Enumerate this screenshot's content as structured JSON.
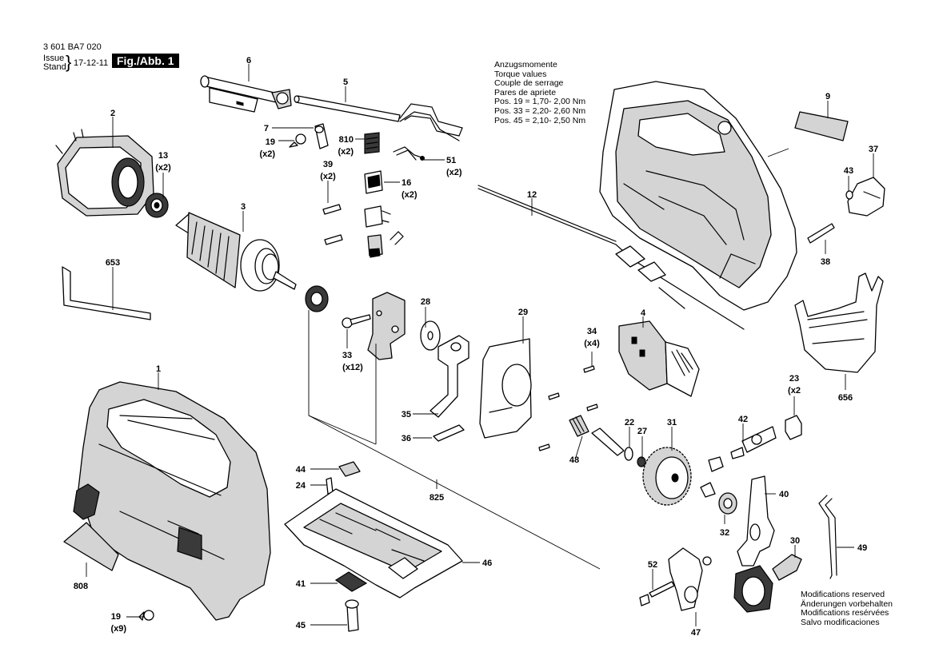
{
  "header": {
    "part_number": "3 601 BA7 020",
    "issue_label": "Issue",
    "stand_label": "Stand",
    "date": "17-12-11",
    "figure_tag": "Fig./Abb. 1"
  },
  "torque": {
    "lines": [
      "Anzugsmomente",
      "Torque values",
      "Couple de serrage",
      "Pares de apriete",
      "Pos. 19 = 1,70- 2,00 Nm",
      "Pos. 33 = 2,20- 2,60 Nm",
      "Pos. 45 = 2,10- 2,50 Nm"
    ]
  },
  "modifications": {
    "lines": [
      "Modifications reserved",
      "Änderungen vorbehalten",
      "Modifications resérvées",
      "Salvo modificaciones"
    ]
  },
  "labels": [
    {
      "id": "6",
      "text": "6"
    },
    {
      "id": "5",
      "text": "5"
    },
    {
      "id": "2",
      "text": "2"
    },
    {
      "id": "13",
      "text": "13"
    },
    {
      "id": "13q",
      "text": "(x2)"
    },
    {
      "id": "7",
      "text": "7"
    },
    {
      "id": "19a",
      "text": "19"
    },
    {
      "id": "19aq",
      "text": "(x2)"
    },
    {
      "id": "810",
      "text": "810"
    },
    {
      "id": "810q",
      "text": "(x2)"
    },
    {
      "id": "51",
      "text": "51"
    },
    {
      "id": "51q",
      "text": "(x2)"
    },
    {
      "id": "39",
      "text": "39"
    },
    {
      "id": "39q",
      "text": "(x2)"
    },
    {
      "id": "16",
      "text": "16"
    },
    {
      "id": "16q",
      "text": "(x2)"
    },
    {
      "id": "3",
      "text": "3"
    },
    {
      "id": "12",
      "text": "12"
    },
    {
      "id": "9",
      "text": "9"
    },
    {
      "id": "37",
      "text": "37"
    },
    {
      "id": "43",
      "text": "43"
    },
    {
      "id": "38",
      "text": "38"
    },
    {
      "id": "653",
      "text": "653"
    },
    {
      "id": "4",
      "text": "4"
    },
    {
      "id": "28",
      "text": "28"
    },
    {
      "id": "29",
      "text": "29"
    },
    {
      "id": "33",
      "text": "33"
    },
    {
      "id": "33q",
      "text": "(x12)"
    },
    {
      "id": "34",
      "text": "34"
    },
    {
      "id": "34q",
      "text": "(x4)"
    },
    {
      "id": "656",
      "text": "656"
    },
    {
      "id": "1",
      "text": "1"
    },
    {
      "id": "35",
      "text": "35"
    },
    {
      "id": "36",
      "text": "36"
    },
    {
      "id": "22",
      "text": "22"
    },
    {
      "id": "27",
      "text": "27"
    },
    {
      "id": "31",
      "text": "31"
    },
    {
      "id": "48",
      "text": "48"
    },
    {
      "id": "23",
      "text": "23"
    },
    {
      "id": "23q",
      "text": "(x2"
    },
    {
      "id": "42",
      "text": "42"
    },
    {
      "id": "44",
      "text": "44"
    },
    {
      "id": "24",
      "text": "24"
    },
    {
      "id": "825",
      "text": "825"
    },
    {
      "id": "40",
      "text": "40"
    },
    {
      "id": "32",
      "text": "32"
    },
    {
      "id": "30",
      "text": "30"
    },
    {
      "id": "49",
      "text": "49"
    },
    {
      "id": "46",
      "text": "46"
    },
    {
      "id": "808",
      "text": "808"
    },
    {
      "id": "41",
      "text": "41"
    },
    {
      "id": "52",
      "text": "52"
    },
    {
      "id": "19b",
      "text": "19"
    },
    {
      "id": "19bq",
      "text": "(x9)"
    },
    {
      "id": "45",
      "text": "45"
    },
    {
      "id": "47",
      "text": "47"
    }
  ]
}
